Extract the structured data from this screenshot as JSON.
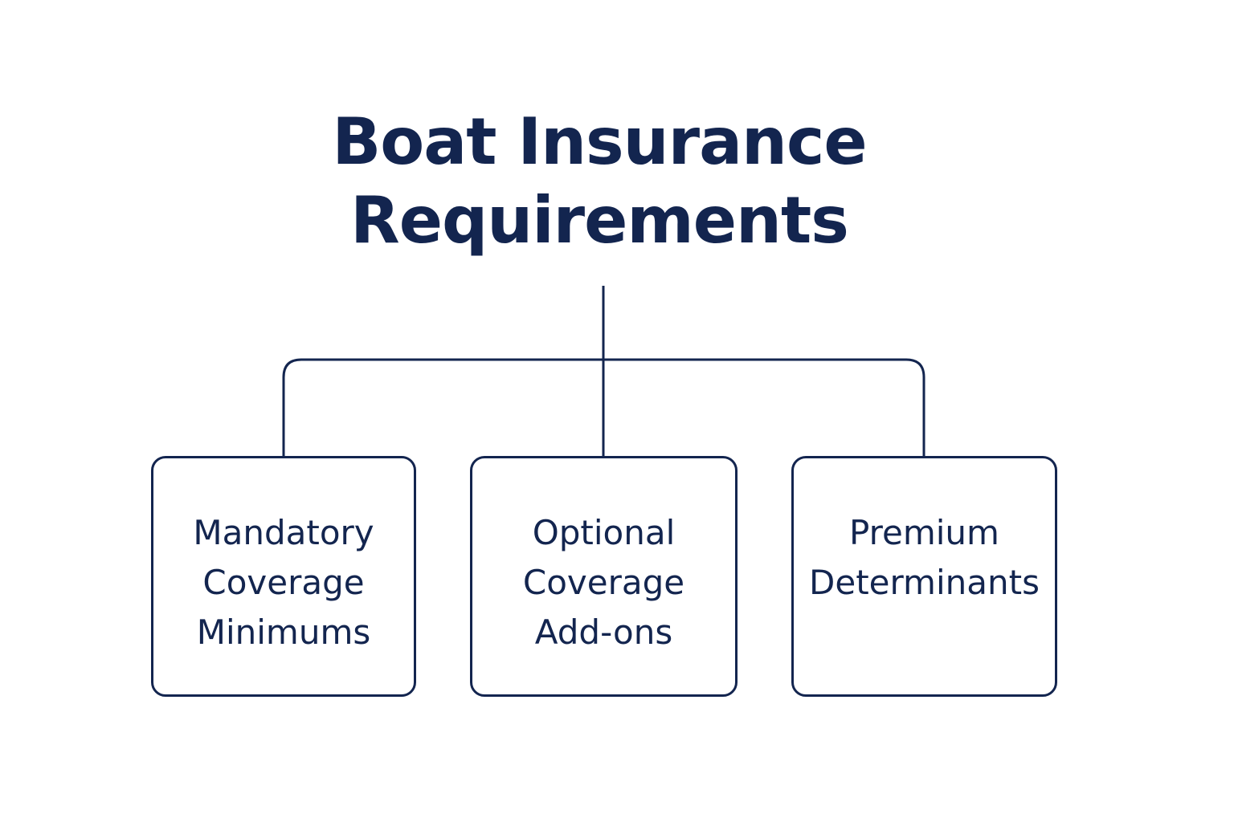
{
  "diagram": {
    "title_lines": [
      "Boat Insurance",
      "Requirements"
    ],
    "boxes": [
      {
        "lines": [
          "Mandatory",
          "Coverage",
          "Minimums"
        ]
      },
      {
        "lines": [
          "Optional",
          "Coverage",
          "Add-ons"
        ]
      },
      {
        "lines": [
          "Premium",
          "Determinants"
        ]
      }
    ]
  },
  "colors": {
    "ink": "#13254f",
    "background": "#ffffff"
  }
}
